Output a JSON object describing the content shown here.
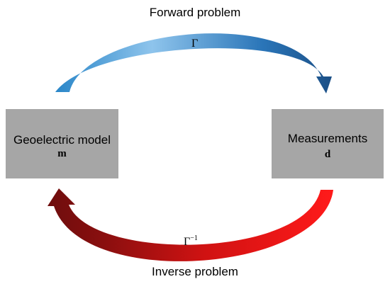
{
  "diagram": {
    "forward_label": "Forward problem",
    "inverse_label": "Inverse problem",
    "forward_operator": "Γ",
    "inverse_operator_base": "Γ",
    "inverse_operator_exponent": "−1",
    "model": {
      "label": "Geoelectric model",
      "symbol": "m"
    },
    "measurements": {
      "label": "Measurements",
      "symbol": "d"
    }
  },
  "colors": {
    "box_fill": "#a6a6a6",
    "forward_light": "#9ccbee",
    "forward_dark": "#1b4f86",
    "inverse_light": "#ff1a1a",
    "inverse_dark": "#7a0e0e"
  }
}
